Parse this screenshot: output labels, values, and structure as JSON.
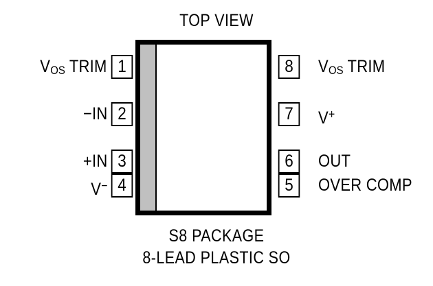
{
  "diagram": {
    "title": "TOP VIEW",
    "caption_line_1": "S8 PACKAGE",
    "caption_line_2": "8-LEAD PLASTIC SO",
    "body_fill": "#FFFFFF",
    "body_outline_color": "#000000",
    "notch_band_color": "#C0C0C0",
    "background": "#FFFFFF"
  },
  "pins": {
    "left": [
      {
        "number": "1",
        "label_main": "V",
        "label_sub": "OS",
        "label_rest": " TRIM",
        "label_sup": ""
      },
      {
        "number": "2",
        "label_main": "−IN",
        "label_sub": "",
        "label_rest": "",
        "label_sup": ""
      },
      {
        "number": "3",
        "label_main": "+IN",
        "label_sub": "",
        "label_rest": "",
        "label_sup": ""
      },
      {
        "number": "4",
        "label_main": "V",
        "label_sub": "",
        "label_rest": "",
        "label_sup": "−"
      }
    ],
    "right": [
      {
        "number": "8",
        "label_main": "V",
        "label_sub": "OS",
        "label_rest": " TRIM",
        "label_sup": ""
      },
      {
        "number": "7",
        "label_main": "V",
        "label_sub": "",
        "label_rest": "",
        "label_sup": "+"
      },
      {
        "number": "6",
        "label_main": "OUT",
        "label_sub": "",
        "label_rest": "",
        "label_sup": ""
      },
      {
        "number": "5",
        "label_main": "OVER COMP",
        "label_sub": "",
        "label_rest": "",
        "label_sup": ""
      }
    ]
  }
}
